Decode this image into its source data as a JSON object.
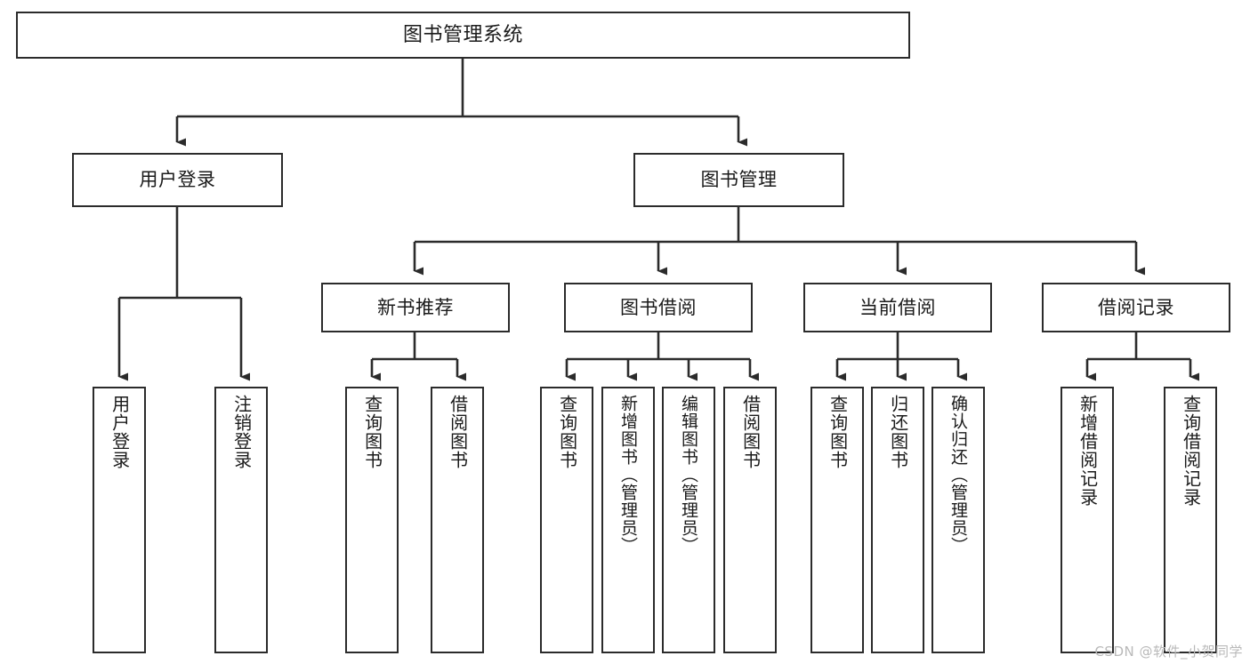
{
  "diagram": {
    "title": "图书管理系统",
    "type": "hierarchy-tree",
    "root": {
      "label": "图书管理系统"
    },
    "level2": [
      {
        "label": "用户登录"
      },
      {
        "label": "图书管理"
      }
    ],
    "level3": [
      {
        "label": "新书推荐"
      },
      {
        "label": "图书借阅"
      },
      {
        "label": "当前借阅"
      },
      {
        "label": "借阅记录"
      }
    ],
    "leaves": [
      {
        "label": "用户登录",
        "parent": "用户登录"
      },
      {
        "label": "注销登录",
        "parent": "用户登录"
      },
      {
        "label": "查询图书",
        "parent": "新书推荐"
      },
      {
        "label": "借阅图书",
        "parent": "新书推荐"
      },
      {
        "label": "查询图书",
        "parent": "图书借阅"
      },
      {
        "label": "新增图书（管理员）",
        "parent": "图书借阅"
      },
      {
        "label": "编辑图书（管理员）",
        "parent": "图书借阅"
      },
      {
        "label": "借阅图书",
        "parent": "图书借阅"
      },
      {
        "label": "查询图书",
        "parent": "当前借阅"
      },
      {
        "label": "归还图书",
        "parent": "当前借阅"
      },
      {
        "label": "确认归还（管理员）",
        "parent": "当前借阅"
      },
      {
        "label": "新增借阅记录",
        "parent": "借阅记录"
      },
      {
        "label": "查询借阅记录",
        "parent": "借阅记录"
      }
    ],
    "watermark": "CSDN @软件_小贺同学",
    "colors": {
      "stroke": "#2b2b2b",
      "fill": "#ffffff",
      "text": "#1a1a1a",
      "watermark": "#b9b9b9"
    }
  }
}
